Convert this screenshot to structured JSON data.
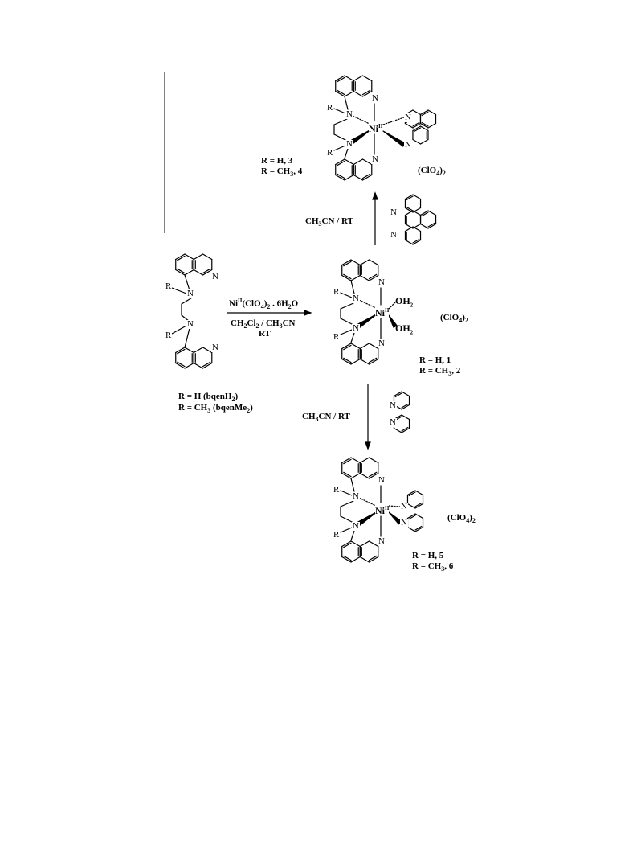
{
  "scheme": {
    "ligand": {
      "label_h": "R = H  (bqenH",
      "label_h_sub": "2",
      "label_h_tail": ")",
      "label_me": "R = CH",
      "label_me_sub": "3",
      "label_me_mid": " (bqenMe",
      "label_me_sub2": "2",
      "label_me_tail": ")"
    },
    "reaction1": {
      "reagent_prefix": "Ni",
      "reagent_sup": "II",
      "reagent_mid": "(ClO",
      "reagent_sub4": "4",
      "reagent_mid2": ")",
      "reagent_sub2": "2",
      "reagent_tail": " . 6H",
      "reagent_sub_h2o": "2",
      "reagent_end": "O",
      "solvent_a": "CH",
      "solvent_a_sub": "2",
      "solvent_b": "Cl",
      "solvent_b_sub": "2",
      "solvent_c": " / CH",
      "solvent_c_sub": "3",
      "solvent_d": "CN",
      "condition": "RT"
    },
    "reaction_phen": {
      "solvent": "CH",
      "solvent_sub": "3",
      "solvent_tail": "CN / RT"
    },
    "reaction_bpy": {
      "solvent": "CH",
      "solvent_sub": "3",
      "solvent_tail": "CN / RT"
    },
    "complex_aqua": {
      "counterion": "(ClO",
      "counterion_sub": "4",
      "counterion_tail": ")",
      "counterion_sub2": "2",
      "r_h": "R = H, 1",
      "r_me_a": "R = CH",
      "r_me_sub": "3",
      "r_me_b": ", 2",
      "ligand_oh2": "OH",
      "ligand_oh2_sub": "2"
    },
    "complex_phen": {
      "counterion": "(ClO",
      "counterion_sub": "4",
      "counterion_tail": ")",
      "counterion_sub2": "2",
      "r_h": "R = H, 3",
      "r_me_a": "R = CH",
      "r_me_sub": "3",
      "r_me_b": ", 4"
    },
    "complex_bpy": {
      "counterion": "(ClO",
      "counterion_sub": "4",
      "counterion_tail": ")",
      "counterion_sub2": "2",
      "r_h": "R = H, 5",
      "r_me_a": "R = CH",
      "r_me_sub": "3",
      "r_me_b": ", 6"
    },
    "atoms": {
      "n": "N",
      "r": "R",
      "ni": "Ni",
      "ni_ox": "II"
    }
  }
}
